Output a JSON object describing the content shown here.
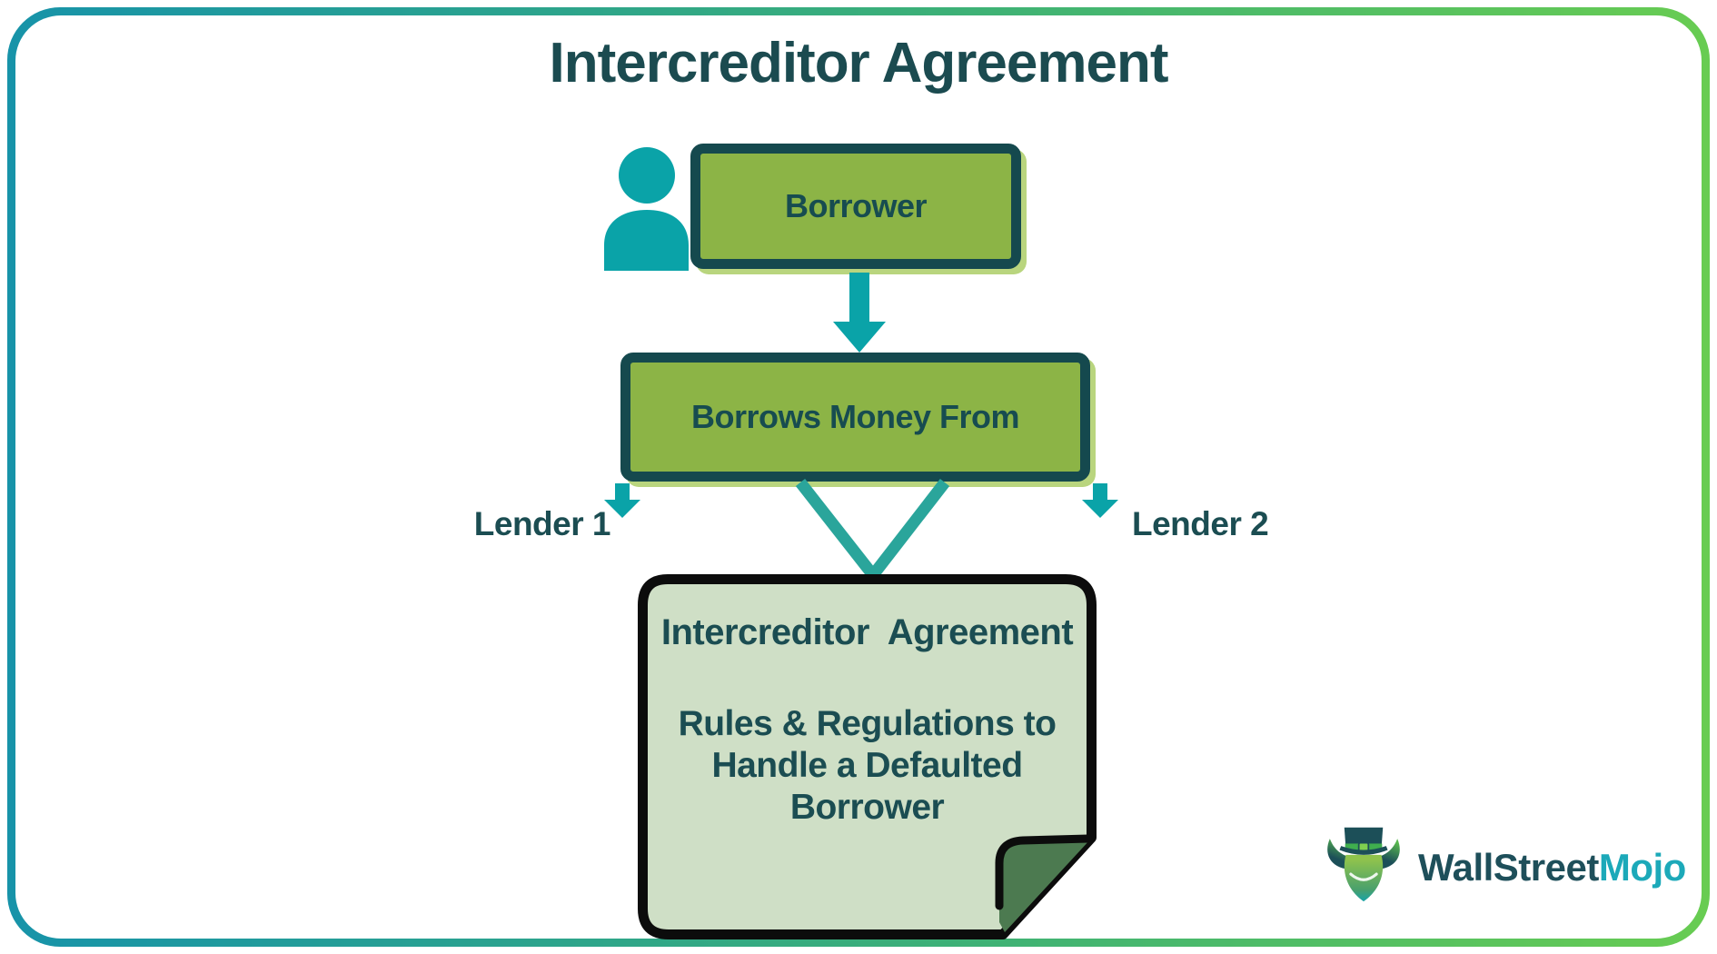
{
  "title": "Intercreditor Agreement",
  "flow": {
    "borrower": "Borrower",
    "borrows_money_from": "Borrows Money From",
    "lender1": "Lender 1",
    "lender2": "Lender 2"
  },
  "agreement_note": {
    "heading": "Intercreditor  Agreement",
    "lines": [
      "Rules & Regulations to",
      "Handle a Defaulted",
      "Borrower"
    ]
  },
  "branding": {
    "name_primary": "WallStreet",
    "name_secondary": "Mojo"
  },
  "colors": {
    "accent_teal": "#0aa3a8",
    "chevron_teal": "#2aa59b",
    "box_green": "#8cb446",
    "box_border": "#15494e",
    "box_shadow": "#b9d57e",
    "text_dark": "#1b4d52",
    "note_fill": "#cfdfc6",
    "note_border": "#0c0c0c",
    "note_fold_green": "#4c7a50",
    "frame_gradient_left": "#1793a9",
    "frame_gradient_right": "#68cc52",
    "brand_dark": "#1e4f5a",
    "brand_teal": "#1ca9b9"
  }
}
